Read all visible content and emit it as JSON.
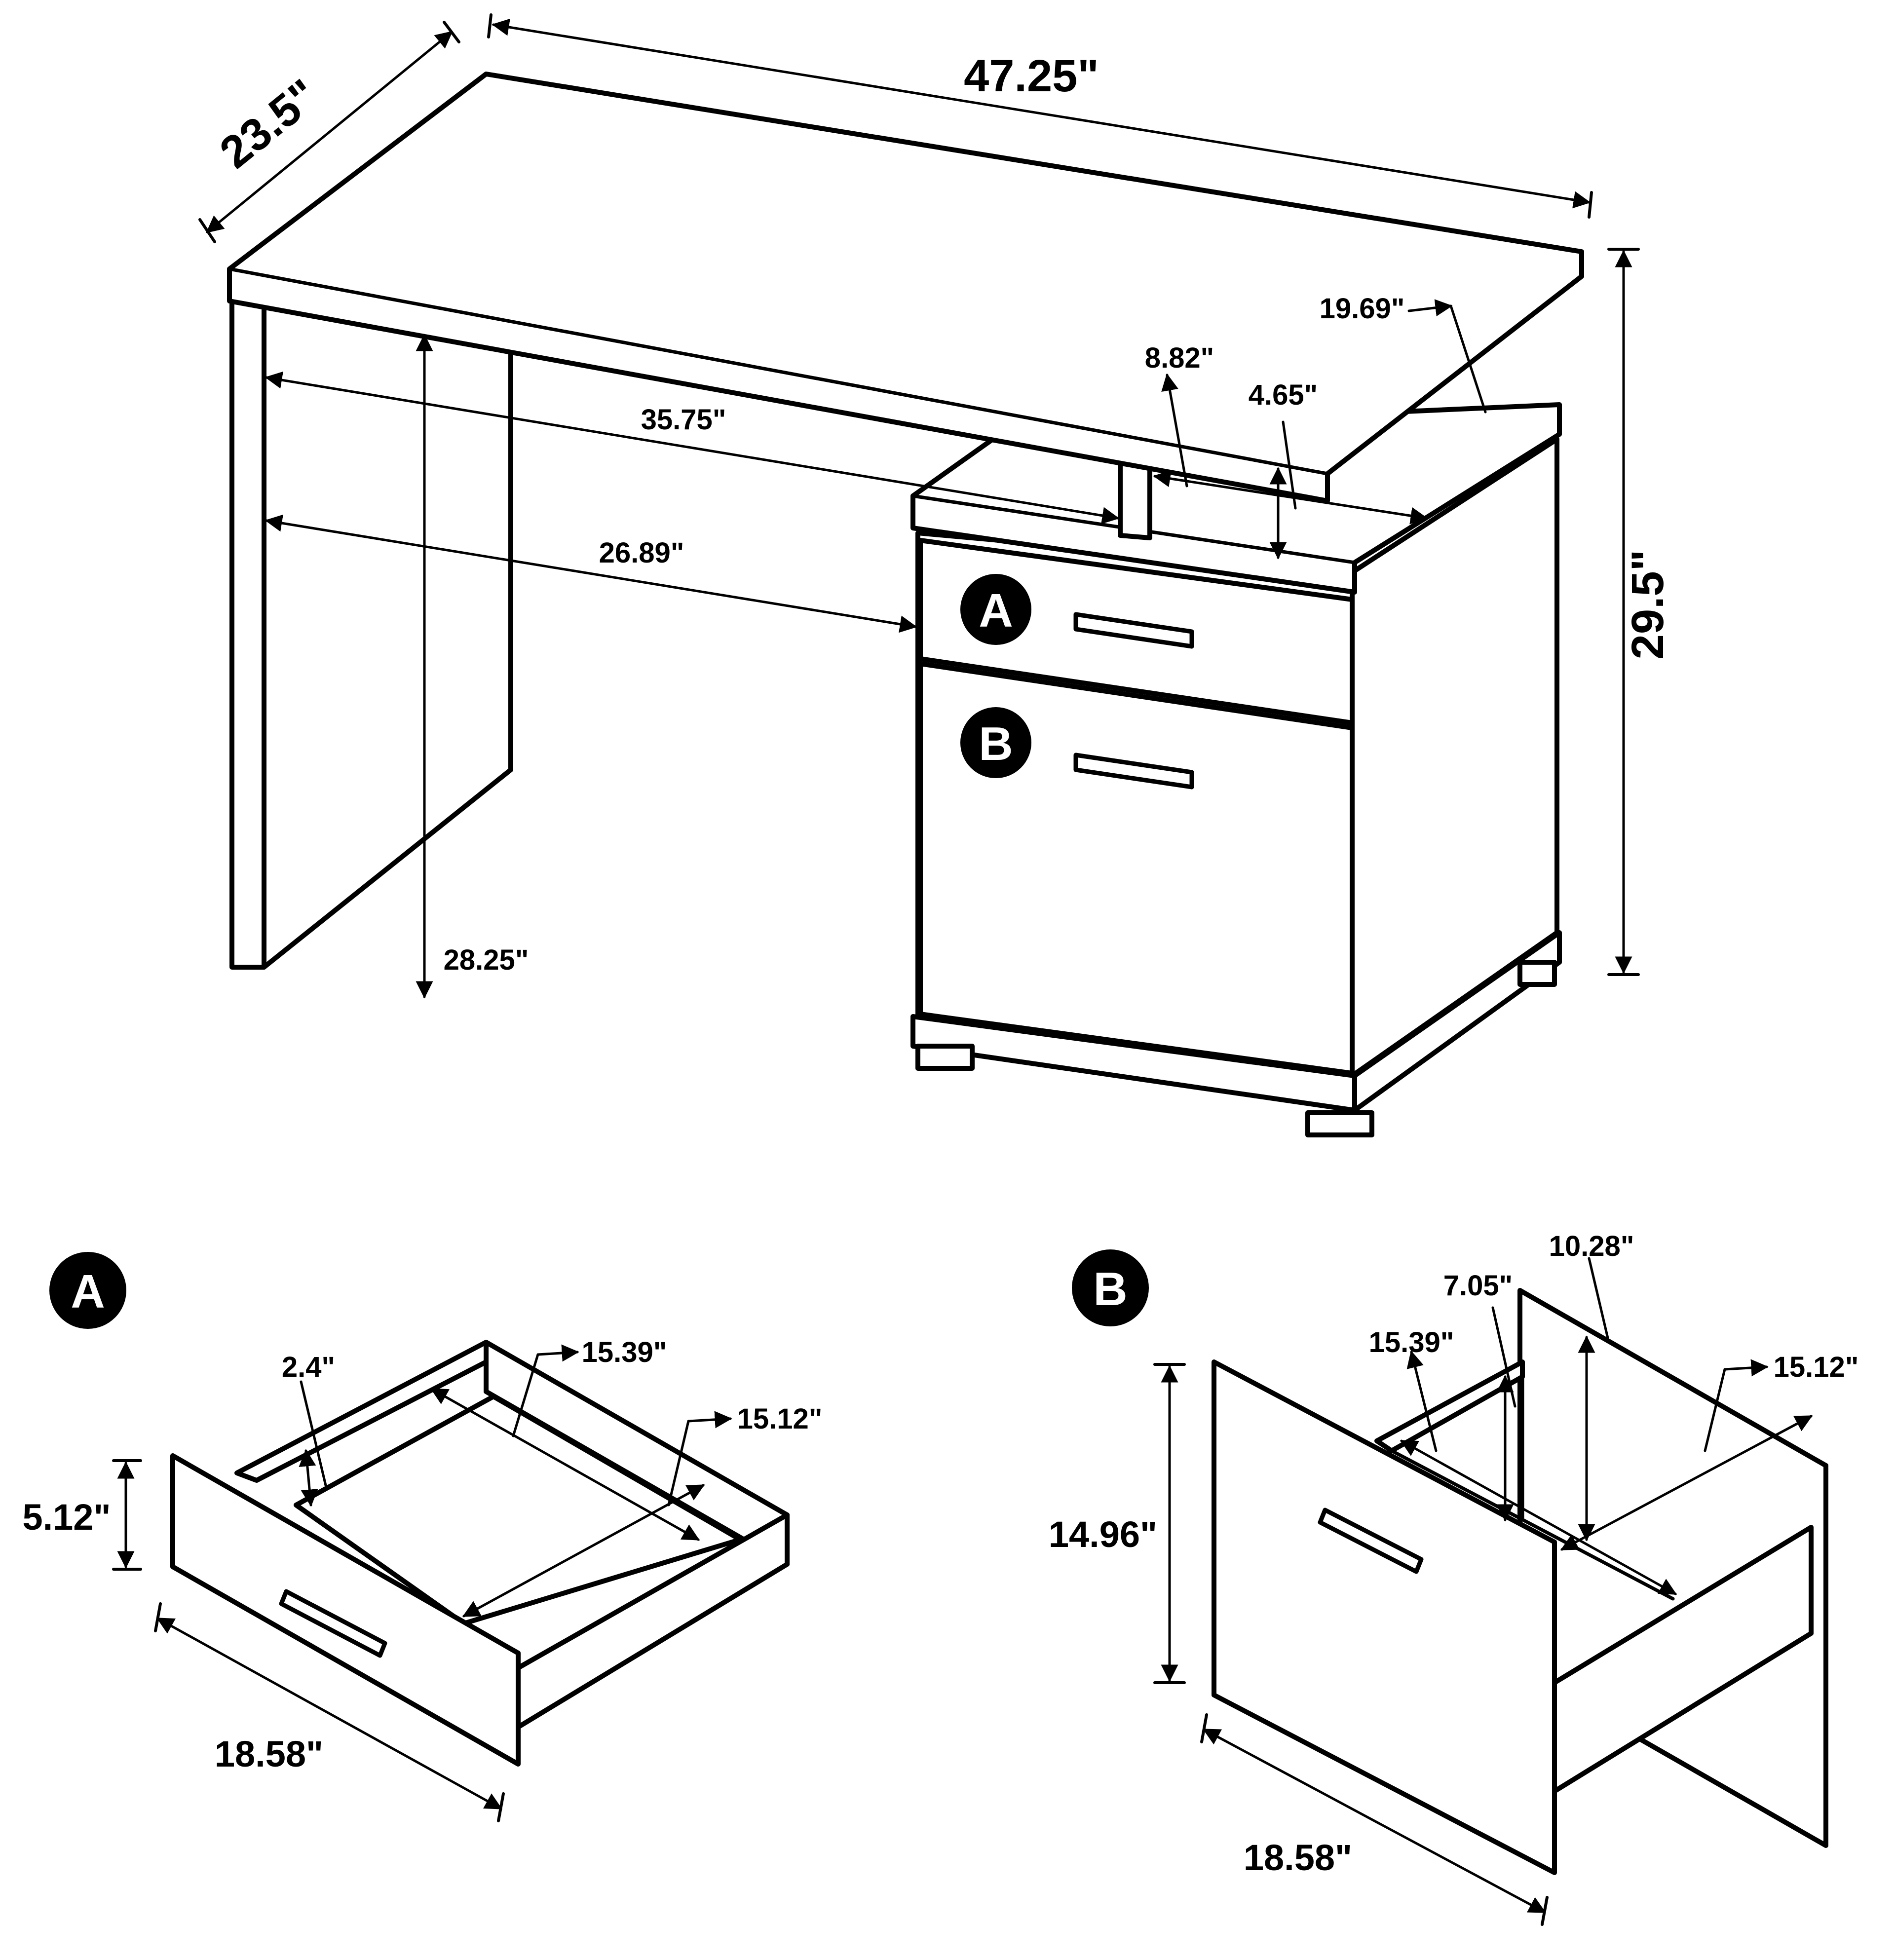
{
  "desk": {
    "depth": "23.5\"",
    "width": "47.25\"",
    "height": "29.5\"",
    "shelf_depth": "19.69\"",
    "shelf_gap_width": "8.82\"",
    "shelf_gap_height": "4.65\"",
    "inner_width": "35.75\"",
    "knee_width": "26.89\"",
    "knee_height": "28.25\""
  },
  "badges": {
    "drawer_a": "A",
    "drawer_b": "B"
  },
  "drawer_a": {
    "badge": "A",
    "inner_height": "2.4\"",
    "inner_width": "15.39\"",
    "inner_depth": "15.12\"",
    "height": "5.12\"",
    "width": "18.58\""
  },
  "drawer_b": {
    "badge": "B",
    "inner_width": "15.39\"",
    "inner_height_small": "7.05\"",
    "inner_height": "10.28\"",
    "inner_depth": "15.12\"",
    "height": "14.96\"",
    "width": "18.58\""
  }
}
